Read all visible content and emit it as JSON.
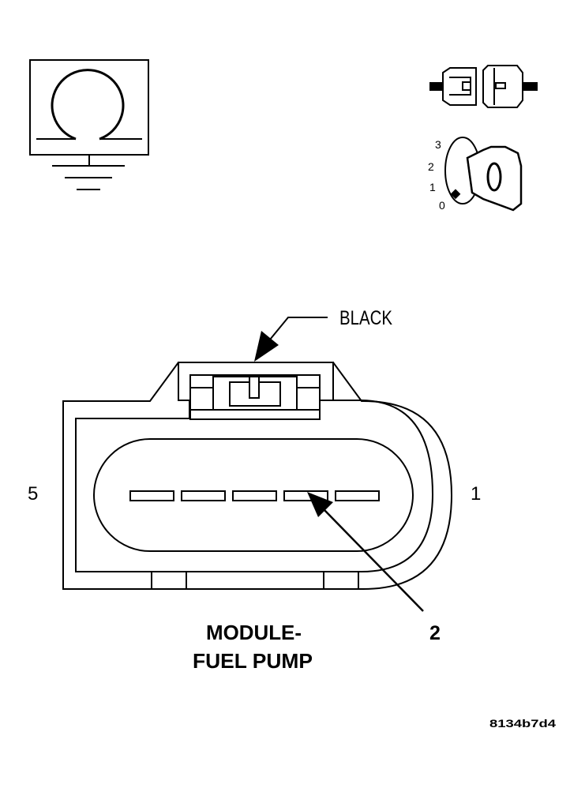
{
  "labels": {
    "connector_color": "BLACK",
    "pin_left": "5",
    "pin_right": "1",
    "callout_pin": "2",
    "title_line1": "MODULE-",
    "title_line2": "FUEL PUMP",
    "figure_id": "8134b7d4"
  },
  "ignition_positions": [
    "3",
    "2",
    "1",
    "0"
  ],
  "icons": {
    "ohmmeter": "ohmmeter-ground-icon",
    "connector": "disconnected-connector-icon",
    "ignition": "ignition-key-off-icon"
  },
  "colors": {
    "ink": "#000000",
    "paper": "#ffffff"
  }
}
